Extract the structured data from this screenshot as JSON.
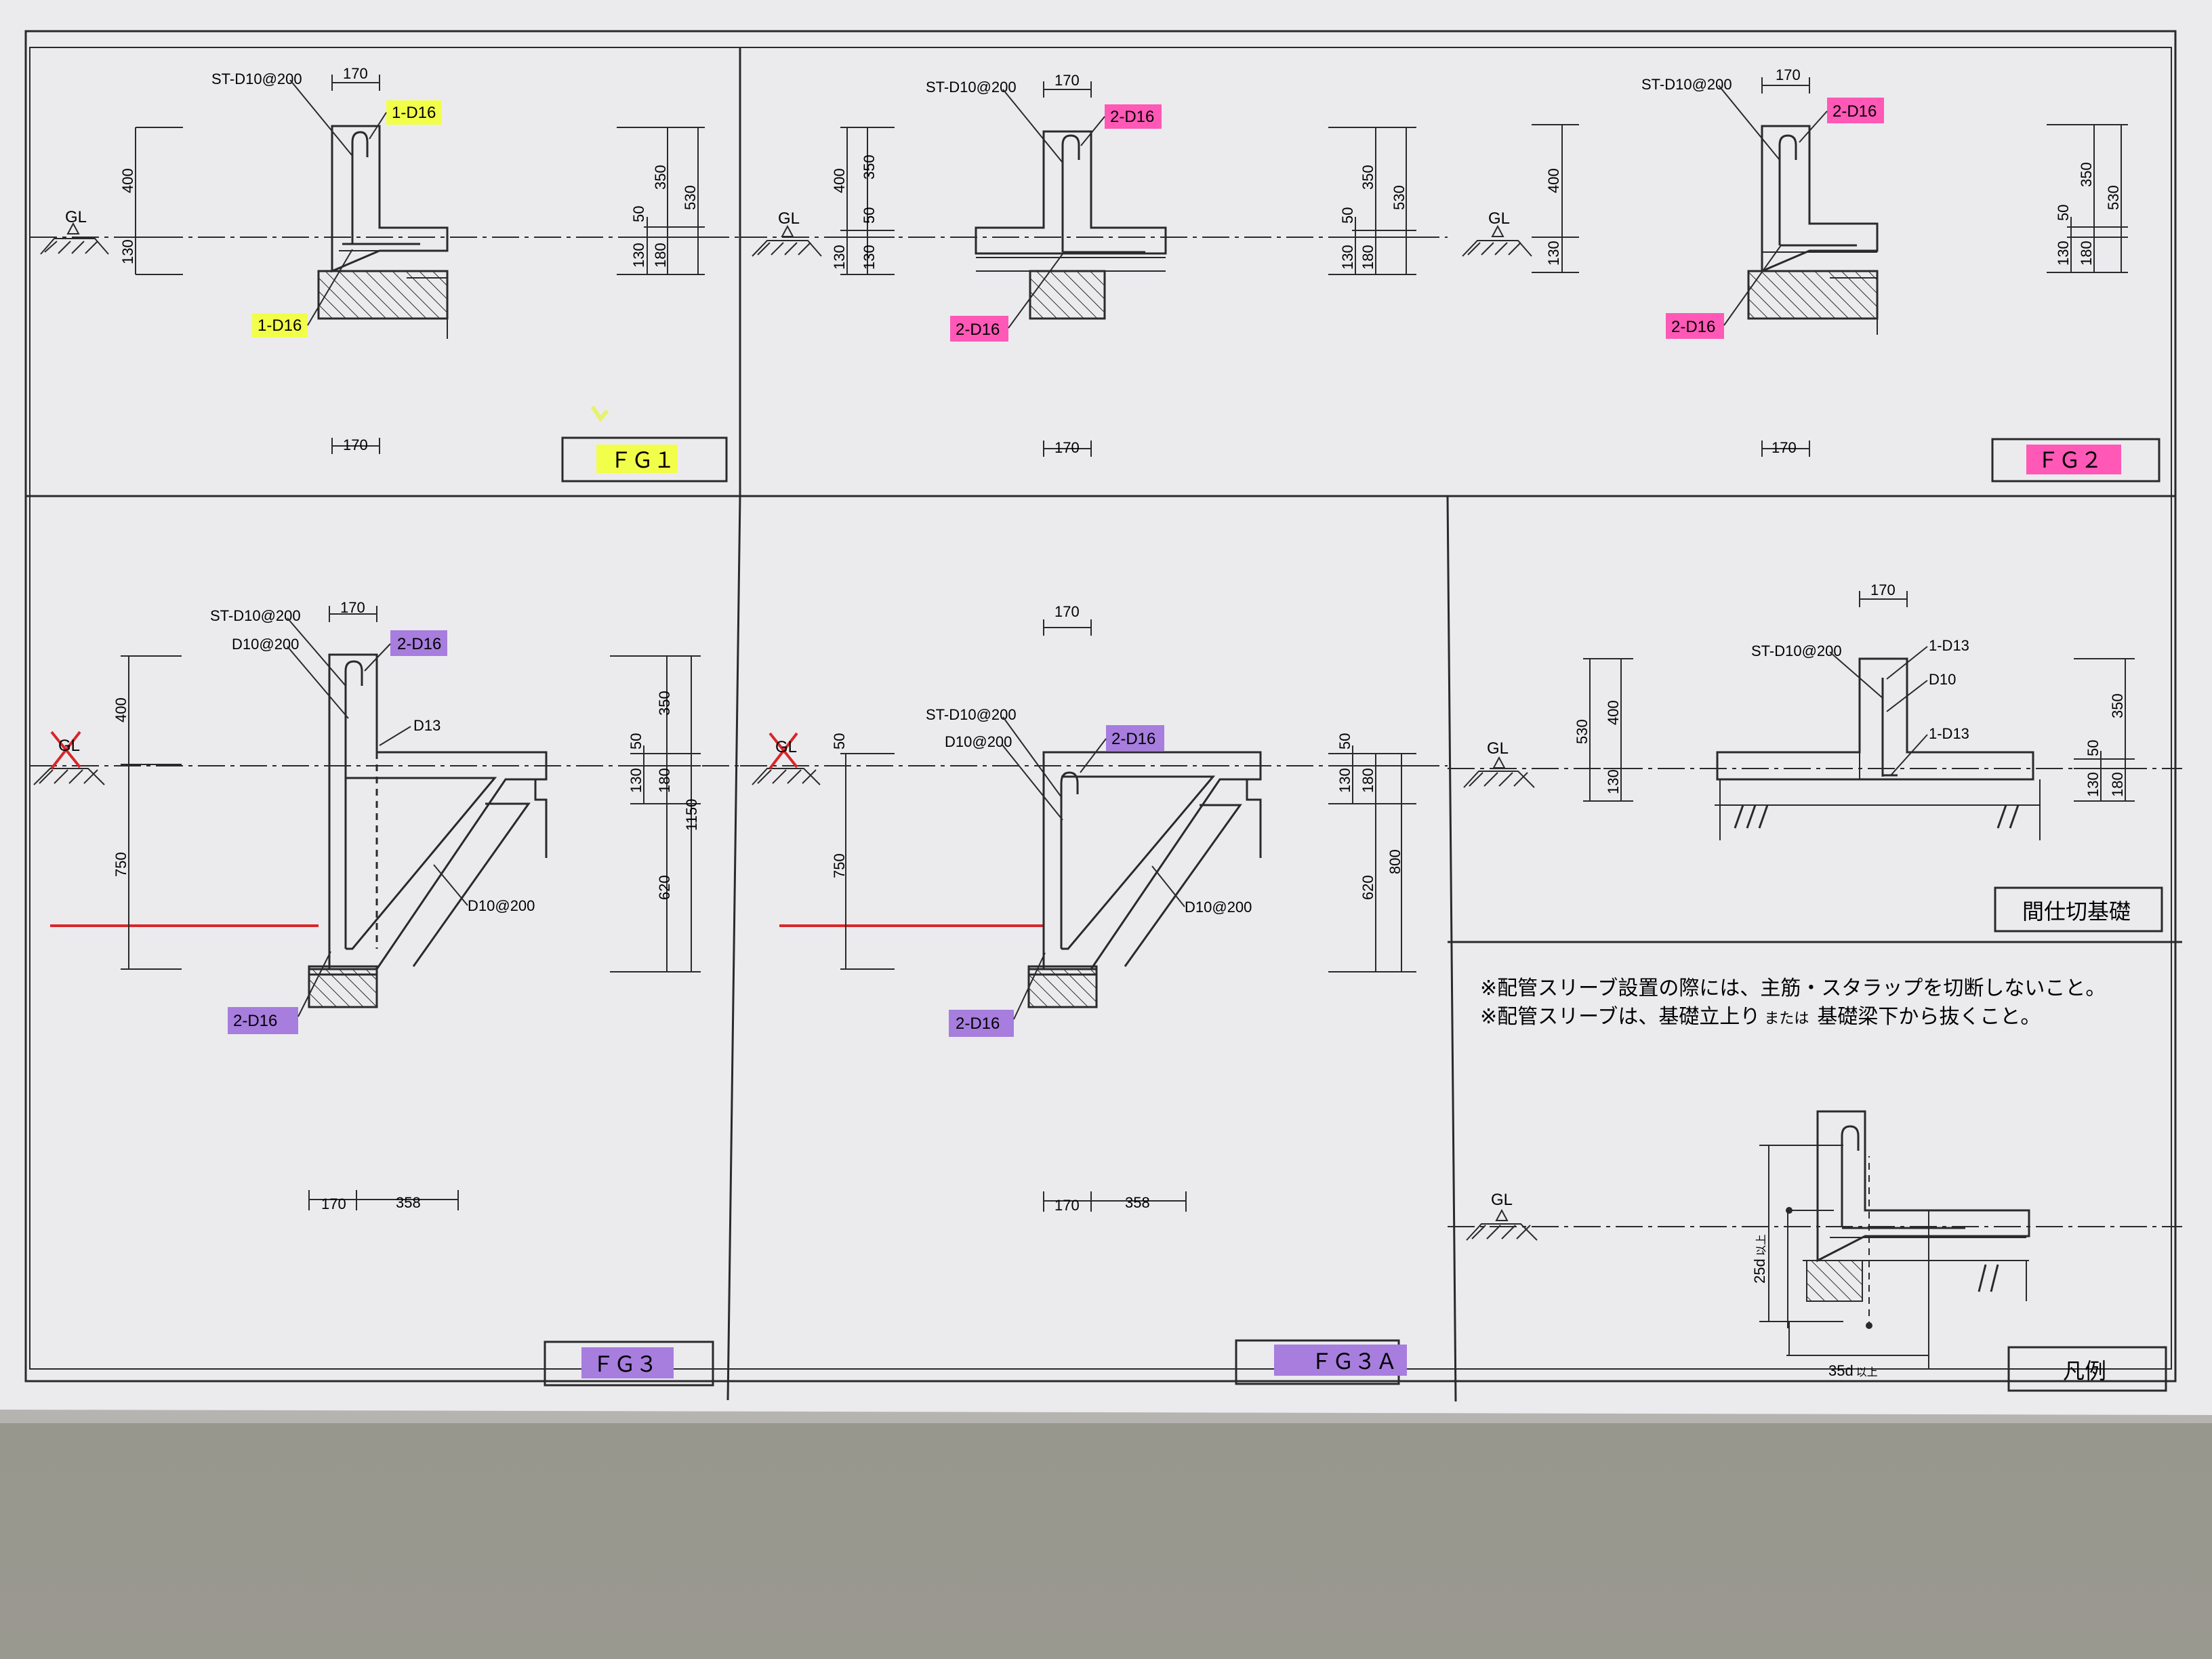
{
  "colors": {
    "paper": "#ebebee",
    "ink": "#2a2a2a",
    "highlight_yellow": "#f2ff4a",
    "highlight_pink": "#ff58b6",
    "highlight_purple": "#a77dde",
    "red_line": "#d8262a"
  },
  "panels": {
    "fg1": {
      "title": "ＦＧ１",
      "stirrup": "ST-D10@200",
      "top_bar": "1-D16",
      "bottom_bar": "1-D16",
      "dim_width_top": "170",
      "dim_width_bottom": "170",
      "dim_400": "400",
      "dim_130": "130",
      "dim_350": "350",
      "dim_530": "530",
      "dim_50": "50",
      "dim_130b": "130",
      "dim_180": "180",
      "gl": "GL"
    },
    "fg2a": {
      "stirrup": "ST-D10@200",
      "top_bar": "2-D16",
      "bottom_bar": "2-D16",
      "dim_width_top": "170",
      "dim_width_bottom": "170",
      "dim_400": "400",
      "dim_350": "350",
      "dim_50": "50",
      "dim_130": "130",
      "dim_130c": "130",
      "dim_350r": "350",
      "dim_530": "530",
      "dim_50r": "50",
      "dim_130r": "130",
      "dim_180": "180",
      "gl": "GL"
    },
    "fg2": {
      "title": "ＦＧ２",
      "stirrup": "ST-D10@200",
      "top_bar": "2-D16",
      "bottom_bar": "2-D16",
      "dim_width_top": "170",
      "dim_width_bottom": "170",
      "dim_400": "400",
      "dim_130": "130",
      "dim_350": "350",
      "dim_530": "530",
      "dim_50": "50",
      "dim_130r": "130",
      "dim_180": "180",
      "gl": "GL"
    },
    "fg3": {
      "title": "ＦＧ３",
      "stirrup": "ST-D10@200",
      "web_bar": "D10@200",
      "top_bar": "2-D16",
      "d13": "D13",
      "diag_bar": "D10@200",
      "bottom_bar": "2-D16",
      "dim_width_top": "170",
      "dim_170": "170",
      "dim_358": "358",
      "dim_400": "400",
      "dim_750": "750",
      "dim_350": "350",
      "dim_1150": "1150",
      "dim_50": "50",
      "dim_130": "130",
      "dim_180": "180",
      "dim_620": "620",
      "gl": "GL"
    },
    "fg3a": {
      "title": "ＦＧ３Ａ",
      "stirrup": "ST-D10@200",
      "web_bar": "D10@200",
      "top_bar": "2-D16",
      "diag_bar": "D10@200",
      "bottom_bar": "2-D16",
      "dim_width_top": "170",
      "dim_170": "170",
      "dim_358": "358",
      "dim_50": "50",
      "dim_750": "750",
      "dim_50r": "50",
      "dim_130": "130",
      "dim_180": "180",
      "dim_620": "620",
      "dim_800": "800",
      "gl": "GL"
    },
    "partition": {
      "title": "間仕切基礎",
      "stirrup": "ST-D10@200",
      "top_bar": "1-D13",
      "web_bar": "D10",
      "bottom_bar": "1-D13",
      "dim_width": "170",
      "dim_530": "530",
      "dim_400": "400",
      "dim_130": "130",
      "dim_350": "350",
      "dim_50": "50",
      "dim_130r": "130",
      "dim_180": "180",
      "gl": "GL"
    },
    "legend": {
      "title": "凡例",
      "note1": "※配管スリーブ設置の際には、主筋・スタラップを切断しないこと。",
      "note2": "※配管スリーブは、基礎立上り",
      "note2_small": "または",
      "note2_end": "基礎梁下から抜くこと。",
      "dim_25d": "25d",
      "dim_25d_small": "以上",
      "dim_35d": "35d",
      "dim_35d_small": "以上",
      "gl": "GL"
    }
  }
}
